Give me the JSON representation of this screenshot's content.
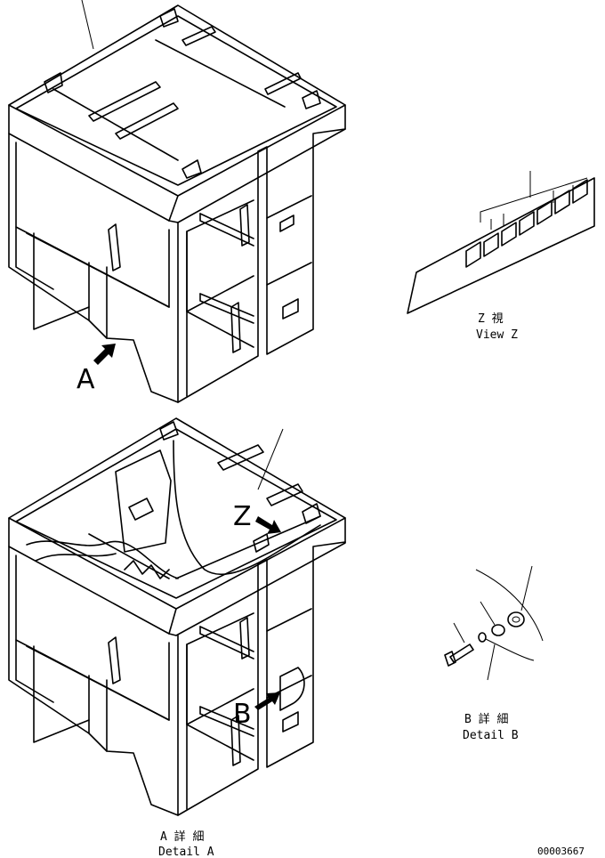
{
  "drawing": {
    "letters": {
      "a": "A",
      "b": "B",
      "z": "Z"
    },
    "view_z": {
      "jp": "Z 視",
      "en": "View Z"
    },
    "detail_a": {
      "jp": "A 詳 細",
      "en": "Detail A"
    },
    "detail_b": {
      "jp": "B 詳 細",
      "en": "Detail B"
    },
    "part_number": "00003667"
  }
}
